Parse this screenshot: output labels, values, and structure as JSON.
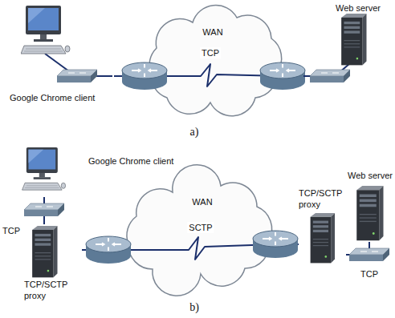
{
  "diagram": {
    "nodes": [
      {
        "text": [
          "Google Chrome client"
        ]
      },
      {
        "text": [
          "Web server"
        ]
      },
      {
        "text": [
          "Google Chrome client"
        ]
      },
      {
        "text": [
          "TCP/SCTP proxy"
        ]
      },
      {
        "text": [
          "TCP/SCTP proxy"
        ]
      },
      {
        "text": [
          "Web server"
        ]
      }
    ],
    "edges": [
      {
        "from": 0,
        "to": 1,
        "label": "TCP",
        "arrow": "none"
      },
      {
        "from": 2,
        "to": 3,
        "label": "TCP",
        "arrow": "none"
      },
      {
        "from": 3,
        "to": 4,
        "label": "SCTP",
        "arrow": "none"
      },
      {
        "from": 4,
        "to": 5,
        "label": "TCP",
        "arrow": "none"
      }
    ],
    "labels": [
      "WAN",
      "a)",
      "WAN",
      "b)"
    ]
  }
}
